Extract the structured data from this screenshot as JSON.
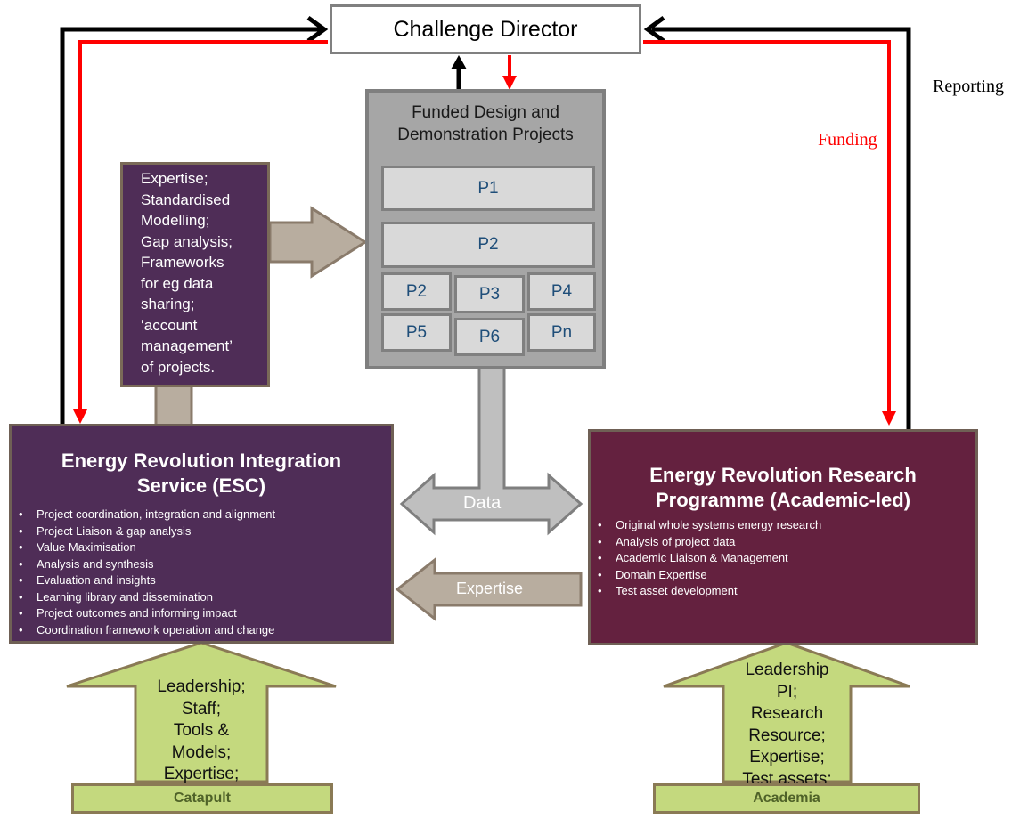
{
  "director": {
    "label": "Challenge Director"
  },
  "labels": {
    "reporting": "Reporting",
    "funding": "Funding"
  },
  "funded": {
    "title_line1": "Funded Design and",
    "title_line2": "Demonstration Projects",
    "projects": [
      "P1",
      "P2",
      "P2",
      "P3",
      "P4",
      "P5",
      "P6",
      "Pn"
    ]
  },
  "expertise_box": {
    "lines": [
      "Expertise;",
      "Standardised",
      "Modelling;",
      "Gap analysis;",
      "Frameworks",
      "for eg data",
      "sharing;",
      "‘account",
      "management’",
      "of projects."
    ]
  },
  "esc": {
    "title_line1": "Energy Revolution Integration",
    "title_line2": "Service (ESC)",
    "bullets": [
      "Project coordination, integration and alignment",
      "Project Liaison & gap analysis",
      "Value Maximisation",
      "Analysis and synthesis",
      "Evaluation and insights",
      "Learning library and dissemination",
      "Project outcomes and informing impact",
      "Coordination framework operation and change"
    ]
  },
  "err": {
    "title_line1": "Energy Revolution Research",
    "title_line2": "Programme (Academic-led)",
    "bullets": [
      "Original whole systems energy research",
      "Analysis of project data",
      "Academic Liaison & Management",
      "Domain Expertise",
      "Test asset development"
    ]
  },
  "flows": {
    "data": "Data",
    "expertise": "Expertise"
  },
  "catapult": {
    "lines": [
      "Leadership;",
      "Staff;",
      "Tools &",
      "Models;",
      "Expertise;"
    ],
    "base": "Catapult"
  },
  "academia": {
    "lines": [
      "Leadership",
      "PI;",
      "Research",
      "Resource;",
      "Expertise;",
      "Test assets;"
    ],
    "base": "Academia"
  },
  "colors": {
    "purple": "#4f2d57",
    "maroon": "#64213f",
    "funding_red": "#ff0000",
    "reporting_black": "#000000",
    "gray_arrow": "#bfbfbf",
    "tan_arrow": "#b8ad9f",
    "green": "#c4d97e"
  }
}
